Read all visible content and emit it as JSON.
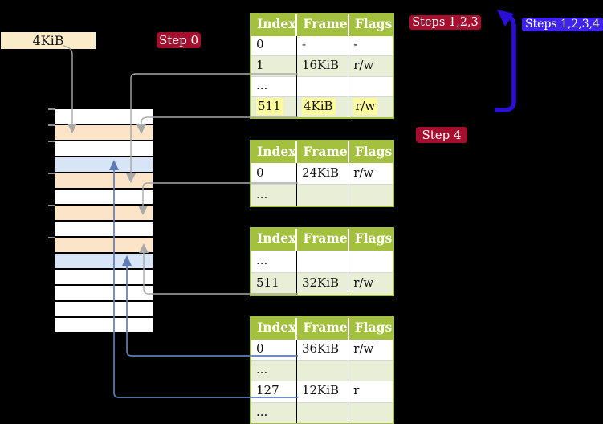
{
  "frame_size_label": "4KiB",
  "badges": {
    "step0": "Step 0",
    "steps_123": "Steps 1,2,3",
    "steps_1234": "Steps 1,2,3,4",
    "step4": "Step 4"
  },
  "table_header": [
    "Index",
    "Frame",
    "Flags"
  ],
  "tables": {
    "level4": {
      "rows": [
        [
          "0",
          "-",
          "-"
        ],
        [
          "1",
          "16KiB",
          "r/w"
        ],
        [
          "...",
          "",
          ""
        ],
        [
          "511",
          "4KiB",
          "r/w"
        ]
      ]
    },
    "level3": {
      "rows": [
        [
          "0",
          "24KiB",
          "r/w"
        ],
        [
          "...",
          "",
          ""
        ]
      ]
    },
    "level2": {
      "rows": [
        [
          "...",
          "",
          ""
        ],
        [
          "511",
          "32KiB",
          "r/w"
        ]
      ]
    },
    "level1": {
      "rows": [
        [
          "0",
          "36KiB",
          "r/w"
        ],
        [
          "...",
          "",
          ""
        ],
        [
          "127",
          "12KiB",
          "r"
        ],
        [
          "...",
          "",
          ""
        ]
      ]
    }
  },
  "memory": {
    "rows": [
      "free",
      "page-table",
      "free",
      "mapped",
      "page-table",
      "free",
      "page-table",
      "free",
      "page-table",
      "mapped",
      "free",
      "free",
      "free",
      "free"
    ]
  },
  "colors": {
    "background": "#000000",
    "table_header_green": "#a3c13e",
    "table_row_light_green": "#e9efd6",
    "highlight_yellow": "#fbfb9e",
    "frame_box_cream": "#faebc9",
    "page_table_frame_orange": "#fce4c8",
    "mapped_frame_blue": "#d8e5f6",
    "badge_red": "#a50e2d",
    "badge_blue": "#3f23ee",
    "recursion_arrow_blue": "#2b0fd9",
    "pointer_gray": "#a9a9a9",
    "pointer_steel_blue": "#5e7db8"
  }
}
